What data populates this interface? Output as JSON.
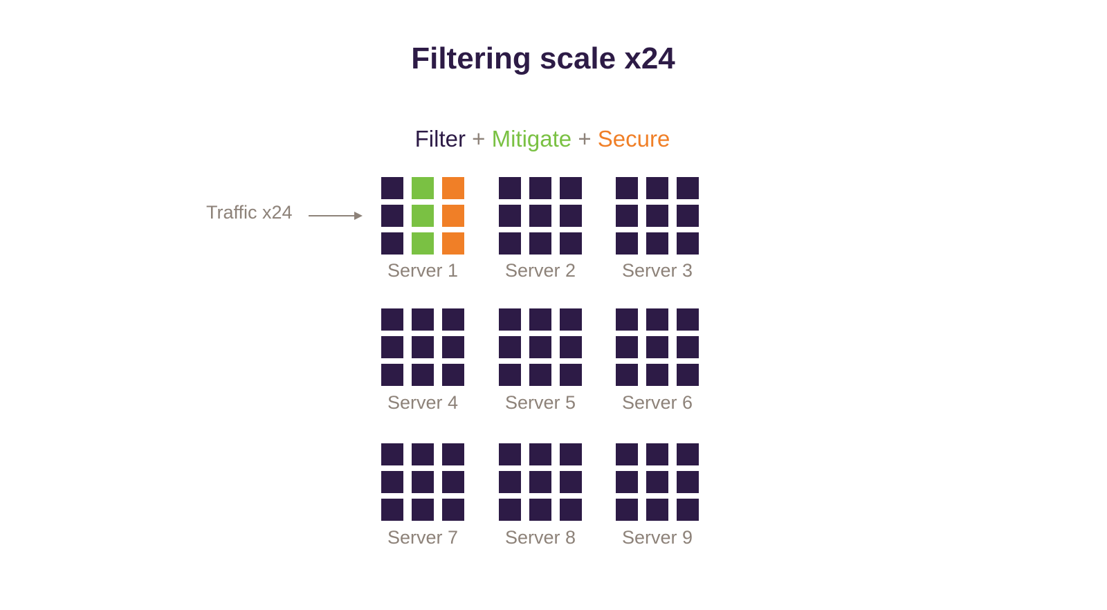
{
  "title": "Filtering scale x24",
  "subtitle": {
    "filter": "Filter",
    "plus1": "+",
    "mitigate": "Mitigate",
    "plus2": "+",
    "secure": "Secure"
  },
  "traffic_label": "Traffic x24",
  "colors": {
    "filter": "#2d1b46",
    "mitigate": "#7ac143",
    "secure": "#f07f27",
    "label_gray": "#8d8279"
  },
  "servers": [
    {
      "label": "Server 1",
      "columns": [
        "filter",
        "mitigate",
        "secure"
      ]
    },
    {
      "label": "Server 2",
      "columns": [
        "filter",
        "filter",
        "filter"
      ]
    },
    {
      "label": "Server 3",
      "columns": [
        "filter",
        "filter",
        "filter"
      ]
    },
    {
      "label": "Server 4",
      "columns": [
        "filter",
        "filter",
        "filter"
      ]
    },
    {
      "label": "Server 5",
      "columns": [
        "filter",
        "filter",
        "filter"
      ]
    },
    {
      "label": "Server 6",
      "columns": [
        "filter",
        "filter",
        "filter"
      ]
    },
    {
      "label": "Server 7",
      "columns": [
        "filter",
        "filter",
        "filter"
      ]
    },
    {
      "label": "Server 8",
      "columns": [
        "filter",
        "filter",
        "filter"
      ]
    },
    {
      "label": "Server 9",
      "columns": [
        "filter",
        "filter",
        "filter"
      ]
    }
  ]
}
